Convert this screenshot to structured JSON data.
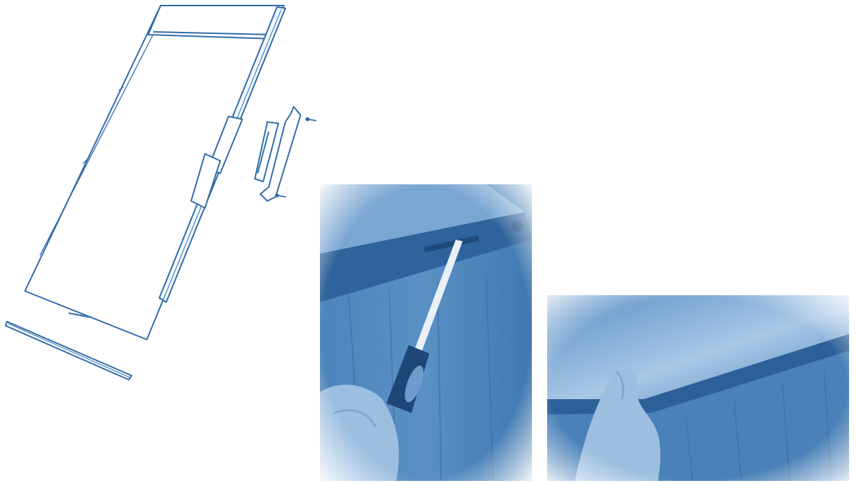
{
  "figure": {
    "tint": "#3f7bb5",
    "tint_light": "#dbe8f4",
    "tint_dark": "#1f4f86",
    "panels": [
      {
        "name": "exploded-door-drawing",
        "icon": "door-panel-with-handle-and-screws"
      },
      {
        "name": "photo-screwdriver-prying-edge",
        "icon": "hand-with-screwdriver"
      },
      {
        "name": "photo-hand-lifting-panel",
        "icon": "hand-lifting-panel"
      }
    ]
  }
}
